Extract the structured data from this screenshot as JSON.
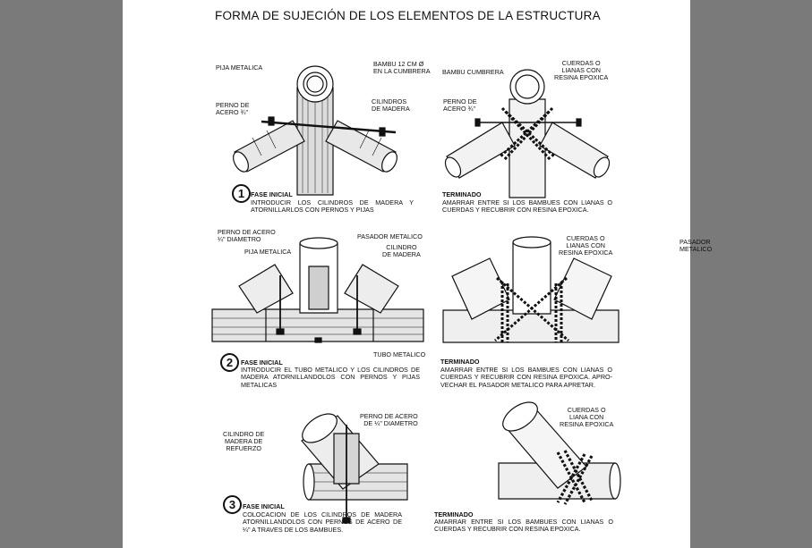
{
  "page_title": "FORMA DE SUJECIÓN DE LOS ELEMENTOS DE LA ESTRUCTURA",
  "fig1_left": {
    "labels": [
      "PIJA METALICA",
      "BAMBU 12 CM Ø\nEN LA CUMBRERA",
      "PERNO DE\nACERO ¾\"",
      "CILINDROS\nDE MADERA"
    ],
    "number": "1",
    "phase": "FASE INICIAL",
    "caption": "INTRODUCIR LOS CILINDROS DE MADERA Y ATORNILLARLOS CON PERNOS Y PIJAS"
  },
  "fig1_right": {
    "labels": [
      "BAMBU CUMBRERA",
      "CUERDAS O\nLIANAS CON\nRESINA EPOXICA",
      "PERNO DE\nACERO ¾\""
    ],
    "phase": "TERMINADO",
    "caption": "AMARRAR ENTRE SI LOS BAMBUES CON LIANAS O CUERDAS Y RECUBRIR CON RESINA EPOXICA."
  },
  "fig2_left": {
    "labels": [
      "PERNO DE ACERO\n¼\" DIAMETRO",
      "PIJA METALICA",
      "PASADOR METALICO",
      "CILINDRO\nDE MADERA",
      "TUBO METALICO"
    ],
    "number": "2",
    "phase": "FASE INICIAL",
    "caption": "INTRODUCIR EL TUBO METALICO Y LOS CILINDROS DE MADERA ATORNILLANDOLOS CON PERNOS Y PIJAS METALICAS"
  },
  "fig2_right": {
    "labels": [
      "CUERDAS O\nLIANAS CON\nRESINA EPOXICA",
      "PASADOR METALICO"
    ],
    "phase": "TERMINADO",
    "caption": "AMARRAR ENTRE SI LOS BAMBUES CON LIANAS O CUERDAS Y RECUBRIR CON RESINA EPOXICA. APRO-VECHAR EL PASADOR METALICO PARA APRETAR."
  },
  "fig3_left": {
    "labels": [
      "PERNO DE ACERO\nDE ¼\" DIAMETRO",
      "CILINDRO DE\nMADERA DE\nREFUERZO"
    ],
    "number": "3",
    "phase": "FASE INICIAL",
    "caption": "COLOCACION DE LOS CILINDROS DE MADERA ATORNILLANDOLOS CON PERNOS DE ACERO DE ¼\" A TRAVES DE LOS BAMBUES."
  },
  "fig3_right": {
    "labels": [
      "CUERDAS O\nLIANA CON\nRESINA EPOXICA"
    ],
    "phase": "TERMINADO",
    "caption": "AMARRAR ENTRE SI LOS BAMBUES CON LIANAS O CUERDAS Y RECUBRIR CON RESINA EPOXICA."
  }
}
